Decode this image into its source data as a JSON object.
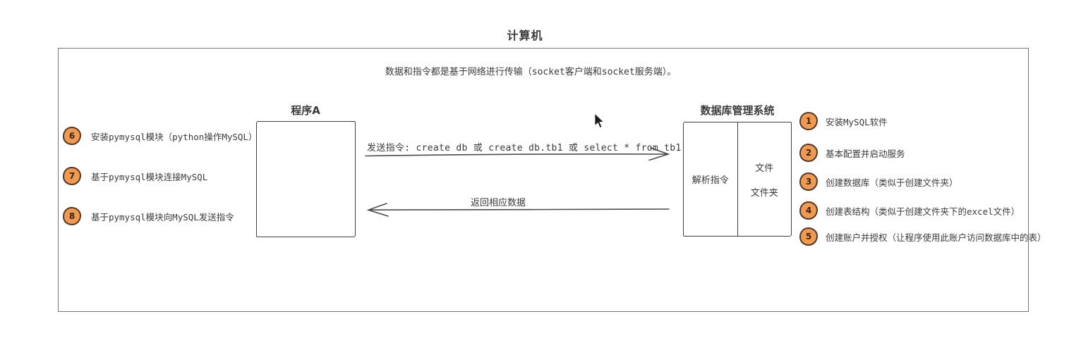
{
  "page": {
    "title": "计算机",
    "subtitle": "数据和指令都是基于网络进行传输（socket客户端和socket服务端）。"
  },
  "program_a": {
    "label": "程序A"
  },
  "dbms": {
    "label": "数据库管理系统",
    "left_cell": "解析指令",
    "right_cell_line1": "文件",
    "right_cell_line2": "文件夹"
  },
  "arrows": {
    "send": {
      "label": "发送指令: create db 或 create db.tb1 或 select * from tb1"
    },
    "return": {
      "label": "返回相应数据"
    }
  },
  "left_steps": [
    {
      "num": "6",
      "label": "安装pymysql模块（python操作MySQL）"
    },
    {
      "num": "7",
      "label": "基于pymysql模块连接MySQL"
    },
    {
      "num": "8",
      "label": "基于pymysql模块向MySQL发送指令"
    }
  ],
  "right_steps": [
    {
      "num": "1",
      "label": "安装MySQL软件"
    },
    {
      "num": "2",
      "label": "基本配置并启动服务"
    },
    {
      "num": "3",
      "label": "创建数据库（类似于创建文件夹）"
    },
    {
      "num": "4",
      "label": "创建表结构（类似于创建文件夹下的excel文件）"
    },
    {
      "num": "5",
      "label": "创建账户并授权（让程序使用此账户访问数据库中的表）"
    }
  ],
  "colors": {
    "circle_fill": "#f0994f",
    "circle_border": "#52372a",
    "line": "#4c4c4c"
  }
}
